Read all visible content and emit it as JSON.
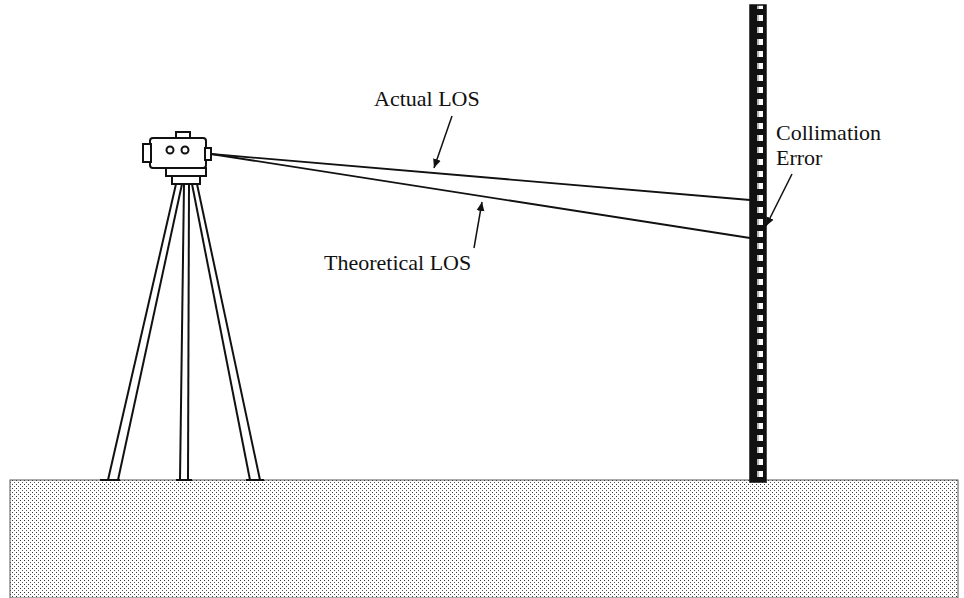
{
  "diagram": {
    "labels": [
      "Actual LOS",
      "Theoretical LOS",
      "Collimation Error"
    ]
  }
}
